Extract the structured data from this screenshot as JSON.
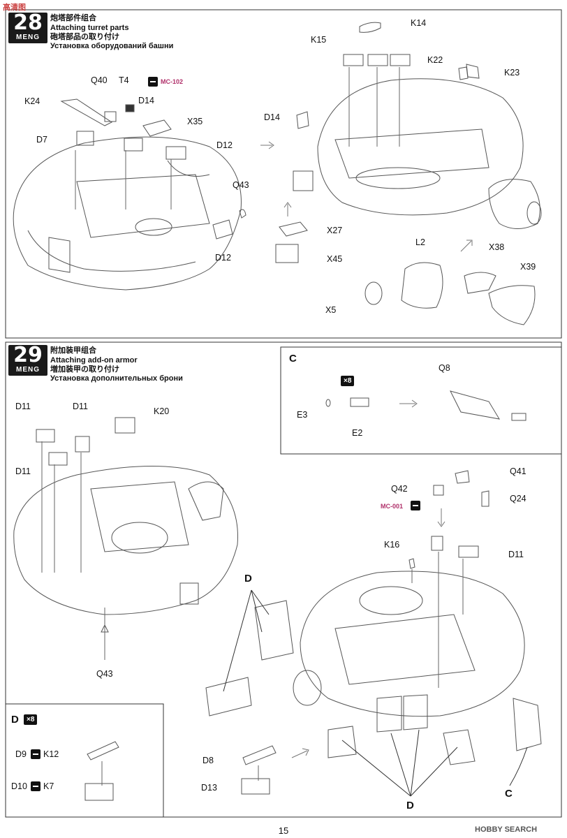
{
  "watermark_top": "高清图",
  "step28": {
    "number": "28",
    "brand": "MENG",
    "title_cn": "炮塔部件组合",
    "title_en": "Attaching turret parts",
    "title_jp": "砲塔部品の取り付け",
    "title_ru": "Установка оборудований башни",
    "tool": "MC-102"
  },
  "step28_labels": {
    "q40": "Q40",
    "t4": "T4",
    "k24": "K24",
    "d14a": "D14",
    "x35": "X35",
    "d7": "D7",
    "d12a": "D12",
    "q43": "Q43",
    "d12b": "D12",
    "k14": "K14",
    "k15": "K15",
    "k22": "K22",
    "k23": "K23",
    "d14b": "D14",
    "x27": "X27",
    "x45": "X45",
    "l2": "L2",
    "x38": "X38",
    "x39": "X39",
    "x5": "X5"
  },
  "step29": {
    "number": "29",
    "brand": "MENG",
    "title_cn": "附加装甲组合",
    "title_en": "Attaching add-on armor",
    "title_jp": "増加装甲の取り付け",
    "title_ru": "Установка дополнительных брони"
  },
  "step29_labels": {
    "d11a": "D11",
    "d11b": "D11",
    "d11c": "D11",
    "k20": "K20",
    "q43": "Q43",
    "c_inset": "C",
    "x8_c": "×8",
    "e3": "E3",
    "e2": "E2",
    "q8": "Q8",
    "q41": "Q41",
    "q42": "Q42",
    "q24": "Q24",
    "mc001": "MC-001",
    "k16": "K16",
    "d11d": "D11",
    "d_big1": "D",
    "d_big2": "D",
    "c_big": "C",
    "d_inset": "D",
    "x8_d": "×8",
    "d9": "D9",
    "k12": "K12",
    "d10": "D10",
    "k7": "K7",
    "d8": "D8",
    "d13": "D13"
  },
  "page_number": "15",
  "watermark_bottom": "HOBBY SEARCH"
}
